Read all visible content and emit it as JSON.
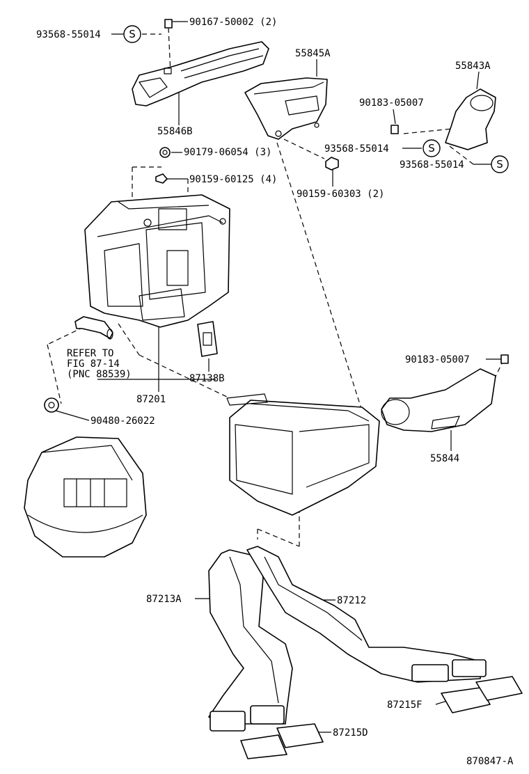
{
  "diagram": {
    "footer_code": "870847-A",
    "refer_note": [
      "REFER TO",
      "FIG 87-14",
      "(PNC 88539)"
    ],
    "s_symbol": "S",
    "parts": [
      {
        "key": "p93568_top",
        "label": "93568-55014"
      },
      {
        "key": "p90167",
        "label": "90167-50002 (2)"
      },
      {
        "key": "p55845A",
        "label": "55845A"
      },
      {
        "key": "p55843A",
        "label": "55843A"
      },
      {
        "key": "p90183_a",
        "label": "90183-05007"
      },
      {
        "key": "p55846B",
        "label": "55846B"
      },
      {
        "key": "p90179",
        "label": "90179-06054 (3)"
      },
      {
        "key": "p93568_mid",
        "label": "93568-55014"
      },
      {
        "key": "p93568_right",
        "label": "93568-55014"
      },
      {
        "key": "p90159_60125",
        "label": "90159-60125 (4)"
      },
      {
        "key": "p90159_60303",
        "label": "90159-60303 (2)"
      },
      {
        "key": "p90183_b",
        "label": "90183-05007"
      },
      {
        "key": "p87138B",
        "label": "87138B"
      },
      {
        "key": "p87201",
        "label": "87201"
      },
      {
        "key": "p90480",
        "label": "90480-26022"
      },
      {
        "key": "p55844",
        "label": "55844"
      },
      {
        "key": "p87213A",
        "label": "87213A"
      },
      {
        "key": "p87212",
        "label": "87212"
      },
      {
        "key": "p87215F",
        "label": "87215F"
      },
      {
        "key": "p87215D",
        "label": "87215D"
      }
    ]
  }
}
